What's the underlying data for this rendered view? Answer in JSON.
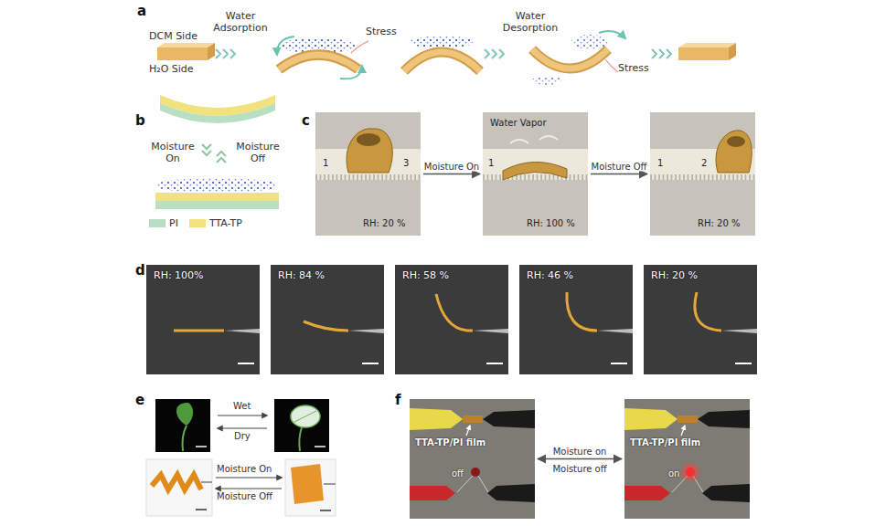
{
  "diagram": {
    "nodes": [
      {
        "text": [
          "1",
          "3",
          "RH: 20 %"
        ]
      },
      {
        "text": [
          "Water Vapor",
          "1",
          "RH: 100 %"
        ]
      },
      {
        "text": [
          "1",
          "2",
          "RH: 20 %"
        ]
      },
      {
        "text": [
          "RH: 100%"
        ]
      },
      {
        "text": [
          "RH: 84 %"
        ]
      },
      {
        "text": [
          "RH: 58 %"
        ]
      },
      {
        "text": [
          "RH: 46 %"
        ]
      },
      {
        "text": [
          "RH: 20 %"
        ]
      },
      {
        "text": [
          "TTA-TP/PI film",
          "off"
        ]
      },
      {
        "text": [
          "TTA-TP/PI film",
          "on"
        ]
      }
    ],
    "edges": [
      {
        "from": 0,
        "to": 1,
        "label": "Moisture On",
        "arrow": "to"
      },
      {
        "from": 1,
        "to": 2,
        "label": "Moisture Off",
        "arrow": "to"
      },
      {
        "from": 8,
        "to": 9,
        "label": "Moisture on",
        "arrow": "both"
      }
    ],
    "labels": [
      "a",
      "DCM Side",
      "H₂O Side",
      "Water Adsorption",
      "Stress",
      "Water Desorption",
      "Stress",
      "b",
      "Moisture On",
      "Moisture Off",
      "c",
      "d",
      "e",
      "Wet",
      "Dry",
      "Moisture On",
      "Moisture Off",
      "f",
      "Moisture off"
    ],
    "legend": [
      {
        "text": "PI",
        "color": "#b9dfc3"
      },
      {
        "text": "TTA-TP",
        "color": "#f2e27e"
      }
    ]
  }
}
